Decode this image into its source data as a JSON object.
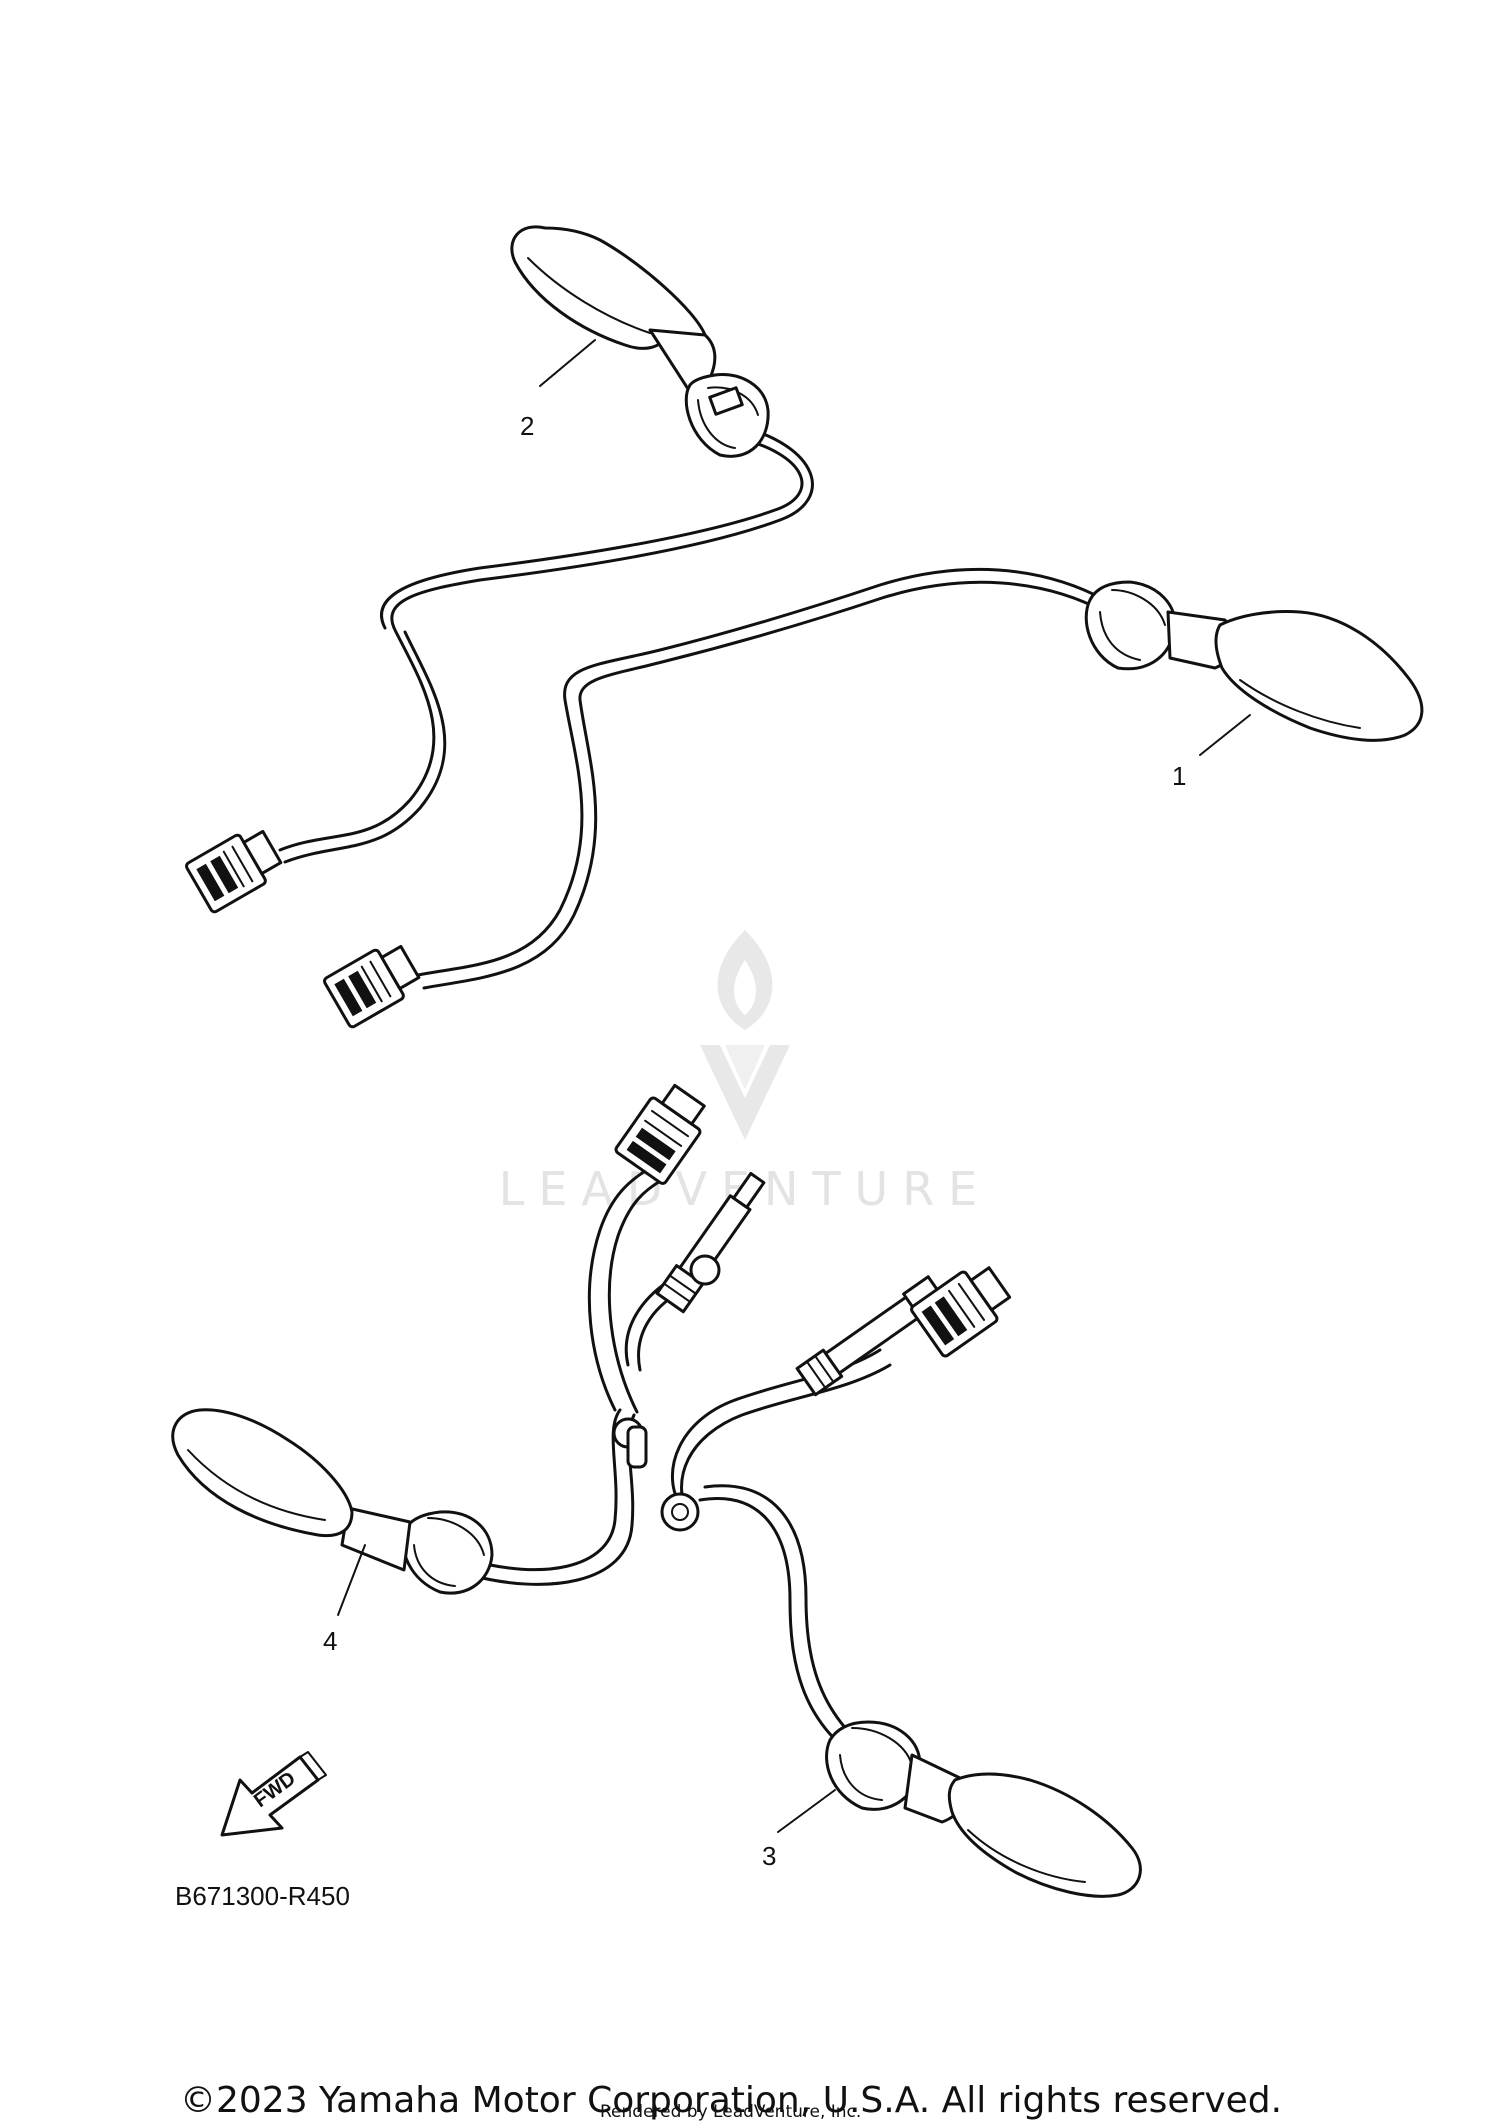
{
  "parts": [
    {
      "callout": "1"
    },
    {
      "callout": "2"
    },
    {
      "callout": "3"
    },
    {
      "callout": "4"
    }
  ],
  "direction_arrow": {
    "label": "FWD",
    "icon": "fwd-arrow-icon"
  },
  "diagram_code": "B671300-R450",
  "watermark": {
    "text": "LEADVENTURE",
    "icon": "flame-logo-icon"
  },
  "footer": {
    "copyright": "©2023 Yamaha Motor Corporation, U.S.A. All rights reserved.",
    "rendered_by": "Rendered by LeadVenture, Inc."
  },
  "colors": {
    "line": "#111111",
    "background": "#ffffff",
    "watermark": "#e3e3e3"
  }
}
